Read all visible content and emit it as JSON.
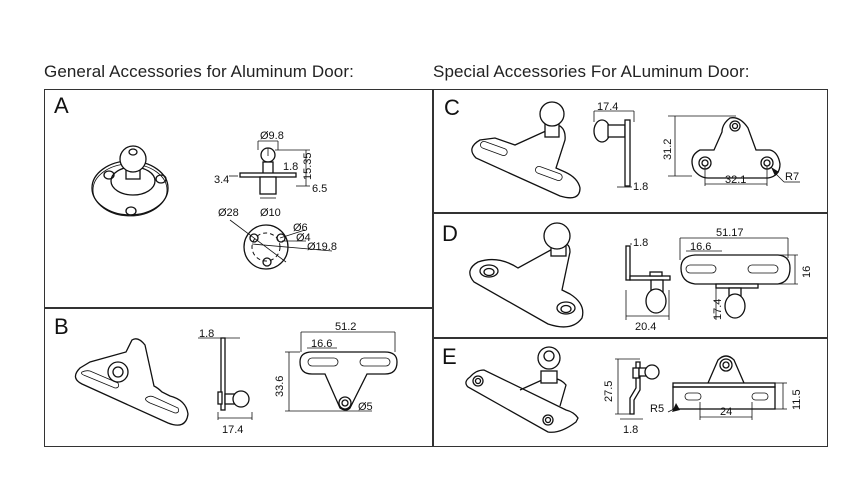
{
  "headings": {
    "general": "General Accessories for Aluminum Door:",
    "special": "Special Accessories For ALuminum Door:"
  },
  "panels": {
    "A": {
      "label": "A",
      "dims": {
        "ball_dia": "Ø9.8",
        "height": "15.35",
        "plate_thk": "1.8",
        "flange": "3.4",
        "stem": "6.5",
        "outer_dia": "Ø28",
        "stem_dia": "Ø10",
        "hole_dia": "Ø6",
        "inner_hole": "Ø4",
        "pcd": "Ø19.8"
      }
    },
    "B": {
      "label": "B",
      "dims": {
        "thk": "1.8",
        "depth": "17.4",
        "length": "51.2",
        "slot": "16.6",
        "height": "33.6",
        "hole": "Ø5"
      }
    },
    "C": {
      "label": "C",
      "dims": {
        "depth": "17.4",
        "thk": "1.8",
        "height": "31.2",
        "spacing": "32.1",
        "radius": "R7"
      }
    },
    "D": {
      "label": "D",
      "dims": {
        "thk": "1.8",
        "depth": "20.4",
        "length": "51.17",
        "slot": "16.6",
        "height": "16",
        "ball": "17.4"
      }
    },
    "E": {
      "label": "E",
      "dims": {
        "height": "27.5",
        "thk": "1.8",
        "radius": "R5",
        "spacing": "24",
        "plate_h": "11.5"
      }
    }
  }
}
